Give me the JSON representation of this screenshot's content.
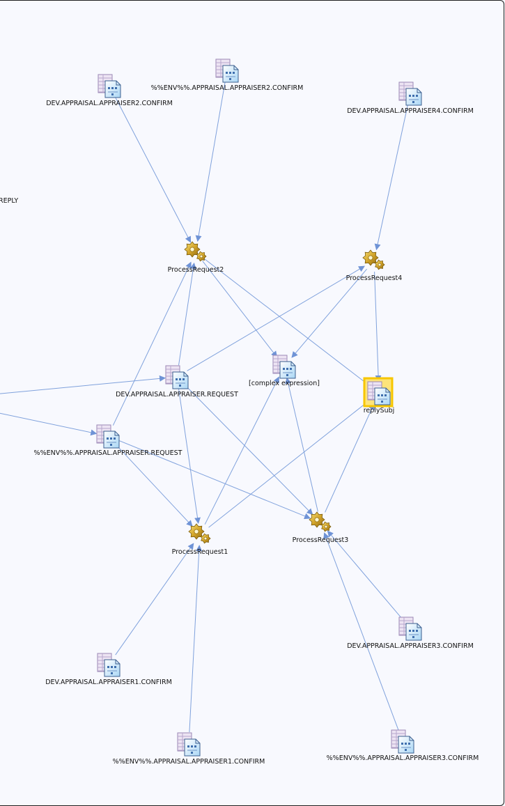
{
  "diagram": {
    "nodes": [
      {
        "id": "dev_a2_confirm",
        "label": "DEV.APPRAISAL.APPRAISER2.CONFIRM",
        "kind": "subject"
      },
      {
        "id": "env_a2_confirm",
        "label": "%%ENV%%.APPRAISAL.APPRAISER2.CONFIRM",
        "kind": "subject"
      },
      {
        "id": "dev_a4_confirm",
        "label": "DEV.APPRAISAL.APPRAISER4.CONFIRM",
        "kind": "subject"
      },
      {
        "id": "reply_partial",
        "label": "REPLY",
        "kind": "text"
      },
      {
        "id": "pr2",
        "label": "ProcessRequest2",
        "kind": "process"
      },
      {
        "id": "pr4",
        "label": "ProcessRequest4",
        "kind": "process"
      },
      {
        "id": "dev_request",
        "label": "DEV.APPRAISAL.APPRAISER.REQUEST",
        "kind": "subject"
      },
      {
        "id": "complex",
        "label": "[complex expression]",
        "kind": "subject"
      },
      {
        "id": "replysubj",
        "label": "replySubj",
        "kind": "subject",
        "selected": true
      },
      {
        "id": "env_request",
        "label": "%%ENV%%.APPRAISAL.APPRAISER.REQUEST",
        "kind": "subject"
      },
      {
        "id": "pr1",
        "label": "ProcessRequest1",
        "kind": "process"
      },
      {
        "id": "pr3",
        "label": "ProcessRequest3",
        "kind": "process"
      },
      {
        "id": "dev_a3_confirm",
        "label": "DEV.APPRAISAL.APPRAISER3.CONFIRM",
        "kind": "subject"
      },
      {
        "id": "dev_a1_confirm",
        "label": "DEV.APPRAISAL.APPRAISER1.CONFIRM",
        "kind": "subject"
      },
      {
        "id": "env_a1_confirm",
        "label": "%%ENV%%.APPRAISAL.APPRAISER1.CONFIRM",
        "kind": "subject"
      },
      {
        "id": "env_a3_confirm",
        "label": "%%ENV%%.APPRAISAL.APPRAISER3.CONFIRM",
        "kind": "subject"
      }
    ],
    "edges": [
      [
        "dev_a2_confirm",
        "pr2"
      ],
      [
        "env_a2_confirm",
        "pr2"
      ],
      [
        "dev_a4_confirm",
        "pr4"
      ],
      [
        "pr2",
        "complex"
      ],
      [
        "pr2",
        "replysubj"
      ],
      [
        "pr4",
        "complex"
      ],
      [
        "pr4",
        "replysubj"
      ],
      [
        "dev_request",
        "pr2"
      ],
      [
        "dev_request",
        "pr4"
      ],
      [
        "dev_request",
        "pr1"
      ],
      [
        "dev_request",
        "pr3"
      ],
      [
        "env_request",
        "pr2"
      ],
      [
        "env_request",
        "pr1"
      ],
      [
        "env_request",
        "pr3"
      ],
      [
        "offscreen_left_1",
        "dev_request"
      ],
      [
        "offscreen_left_2",
        "env_request"
      ],
      [
        "pr1",
        "complex"
      ],
      [
        "pr1",
        "replysubj"
      ],
      [
        "pr3",
        "complex"
      ],
      [
        "pr3",
        "replysubj"
      ],
      [
        "dev_a1_confirm",
        "pr1"
      ],
      [
        "env_a1_confirm",
        "pr1"
      ],
      [
        "dev_a3_confirm",
        "pr3"
      ],
      [
        "env_a3_confirm",
        "pr3"
      ]
    ],
    "colors": {
      "edge": "#7fa1dc",
      "arrowhead": "#6f93d6",
      "selection": "#f7c600",
      "background": "#f8f9fe",
      "process_gold": "#c9a01c"
    },
    "icons": {
      "subject": "subject-queue-icon",
      "process": "process-gears-icon"
    }
  }
}
